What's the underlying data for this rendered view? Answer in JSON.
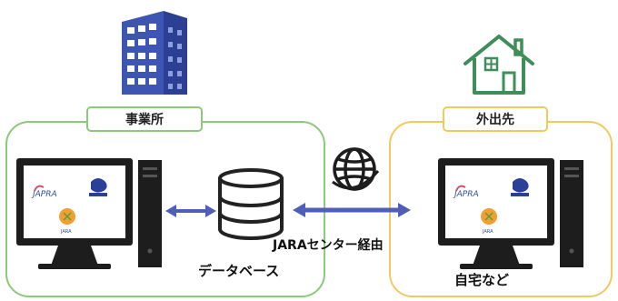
{
  "locations": {
    "office": {
      "label": "事業所"
    },
    "home": {
      "label": "外出先"
    }
  },
  "captions": {
    "database": "データベース",
    "route": "JARAセンター経由",
    "home_example": "自宅など"
  },
  "screen_logos": {
    "japra": "JAPRA",
    "jara": "JARA"
  },
  "colors": {
    "office_border": "#8cc97a",
    "home_border": "#f1c95e",
    "building": "#3d55b3",
    "house": "#3e8e5a",
    "arrow": "#4f5fb8",
    "device": "#1d1d1d"
  }
}
